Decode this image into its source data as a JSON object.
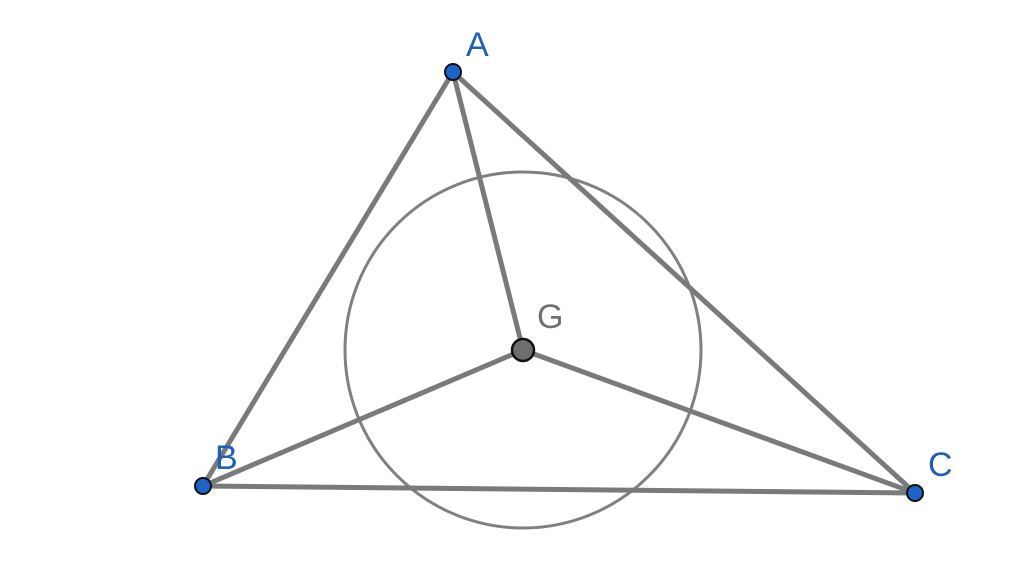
{
  "figure": {
    "points": {
      "A": {
        "label": "A"
      },
      "B": {
        "label": "B"
      },
      "C": {
        "label": "C"
      },
      "G": {
        "label": "G"
      }
    },
    "segments": [
      {
        "from": "A",
        "to": "B"
      },
      {
        "from": "B",
        "to": "C"
      },
      {
        "from": "C",
        "to": "A"
      },
      {
        "from": "G",
        "to": "A"
      },
      {
        "from": "G",
        "to": "B"
      },
      {
        "from": "G",
        "to": "C"
      }
    ],
    "circle": {
      "center": "G"
    },
    "colors": {
      "line": "#7a7a7a",
      "circle": "#808080",
      "vertex_fill": "#1e63c8",
      "vertex_label": "#1f5fb5",
      "center_fill": "#6e6e6e",
      "center_label": "#707070",
      "outline": "#111111"
    }
  }
}
